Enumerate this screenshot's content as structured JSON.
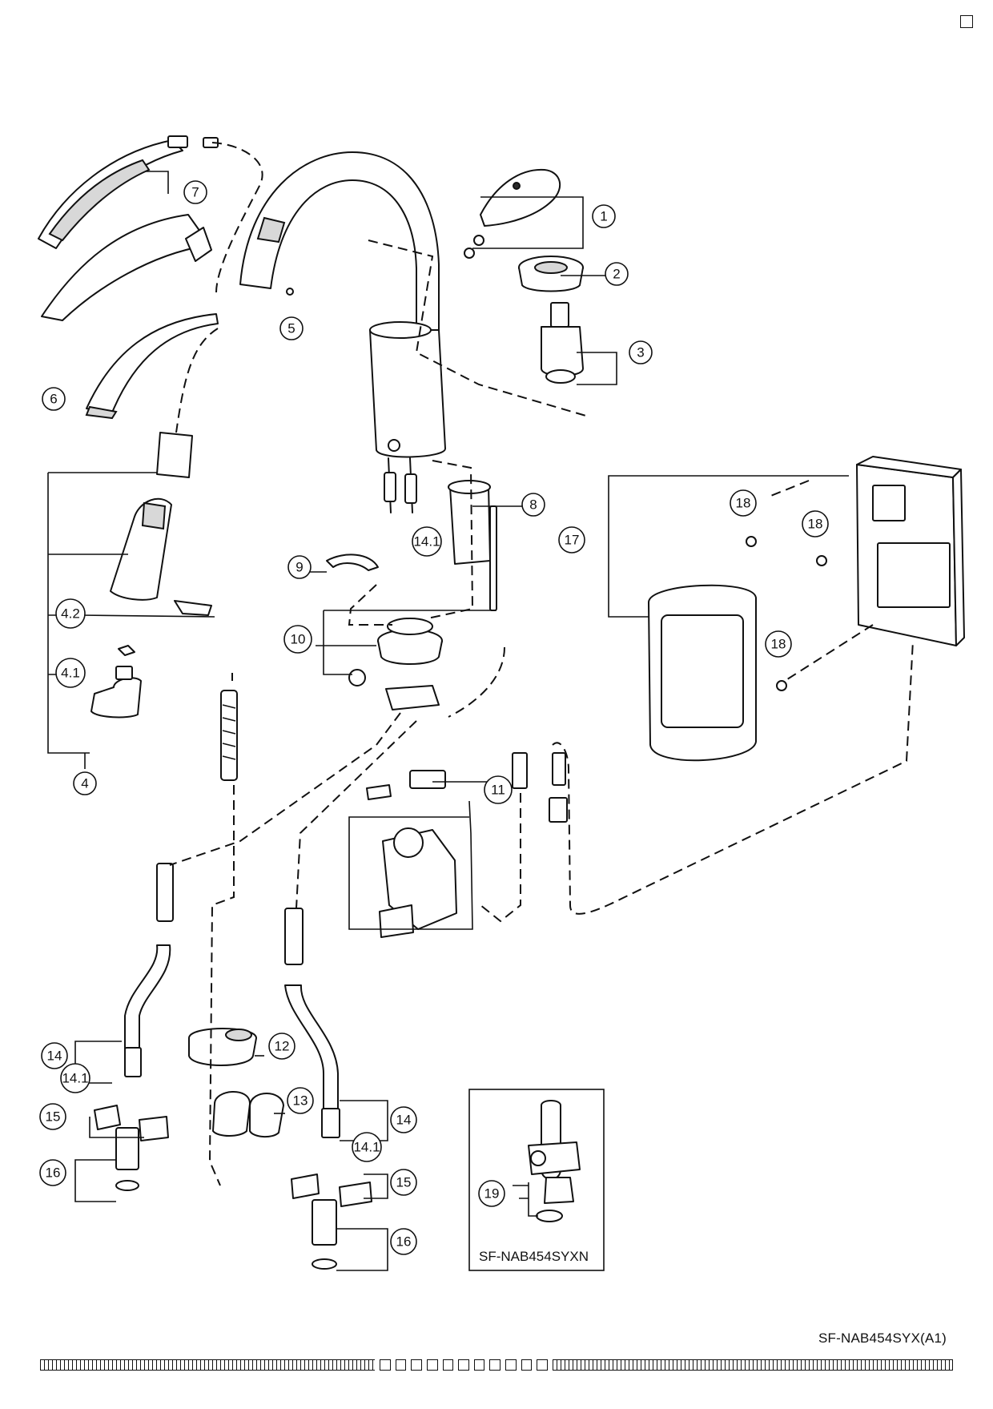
{
  "page": {
    "model_code": "SF-NAB454SYX(A1)",
    "inset_model": "SF-NAB454SYXN"
  },
  "callouts": [
    "1",
    "2",
    "3",
    "4",
    "4.1",
    "4.2",
    "5",
    "6",
    "7",
    "8",
    "9",
    "10",
    "11",
    "12",
    "13",
    "14",
    "14.1",
    "15",
    "16",
    "17",
    "18",
    "19"
  ],
  "icons": {
    "corner_box": "checkbox-outline-icon"
  }
}
